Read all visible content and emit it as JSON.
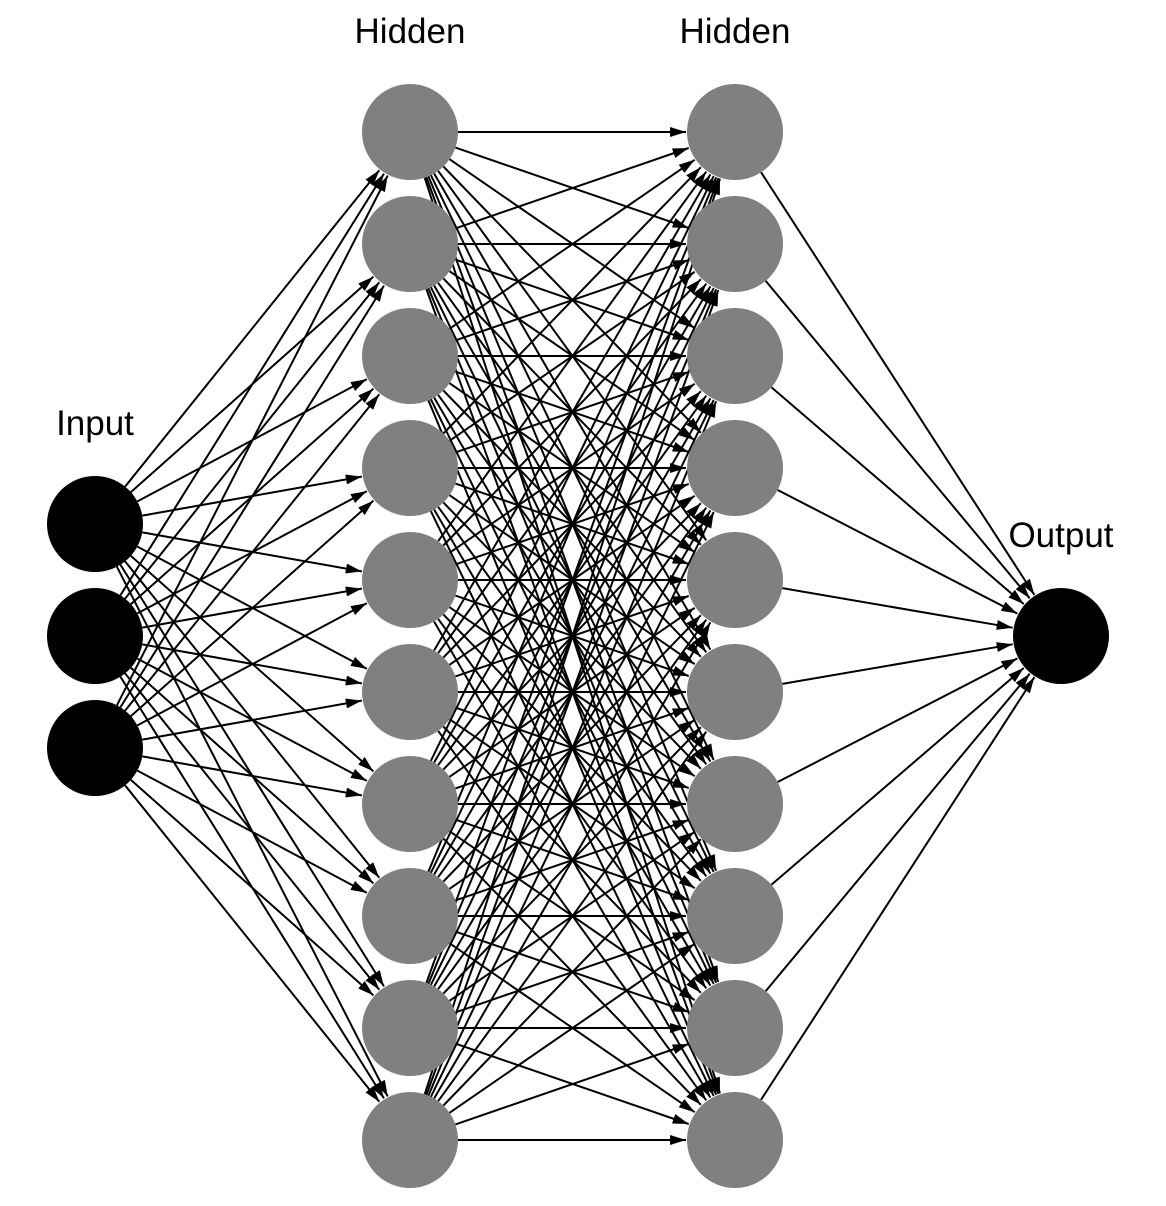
{
  "diagram": {
    "type": "feedforward-neural-network",
    "directed": true,
    "fully_connected_between_adjacent_layers": true,
    "colors": {
      "input_node": "#000000",
      "hidden_node": "#808080",
      "output_node": "#000000",
      "edge": "#000000",
      "label": "#000000",
      "background": "#ffffff"
    },
    "layers": [
      {
        "id": "input",
        "label": "Input",
        "node_count": 3,
        "role": "input"
      },
      {
        "id": "hidden1",
        "label": "Hidden",
        "node_count": 10,
        "role": "hidden"
      },
      {
        "id": "hidden2",
        "label": "Hidden",
        "node_count": 10,
        "role": "hidden"
      },
      {
        "id": "output",
        "label": "Output",
        "node_count": 1,
        "role": "output"
      }
    ]
  }
}
